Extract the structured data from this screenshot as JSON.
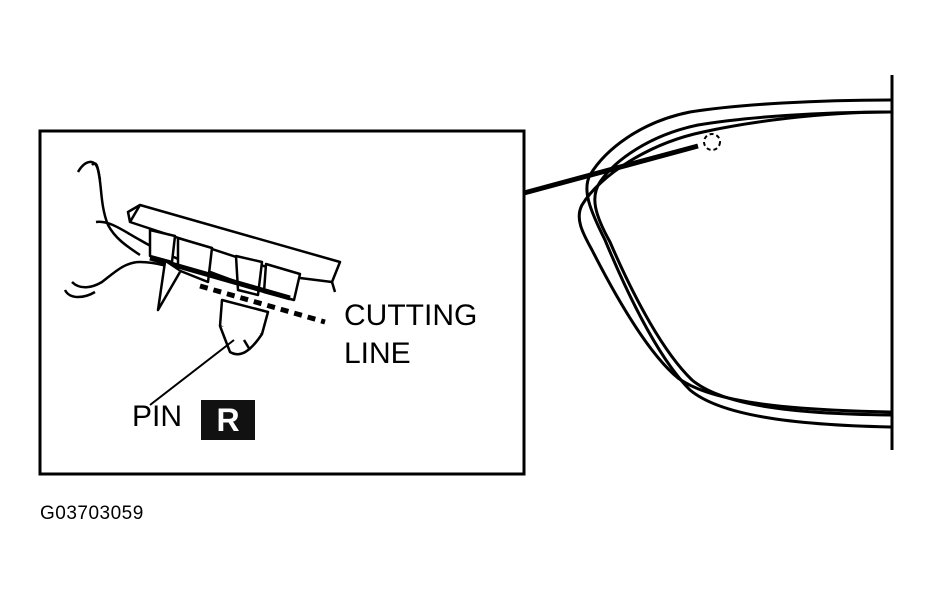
{
  "figure": {
    "labels": {
      "cutting_line_1": "CUTTING",
      "cutting_line_2": "LINE",
      "pin": "PIN",
      "badge": "R"
    },
    "code": "G03703059"
  },
  "colors": {
    "ink": "#000000",
    "paper": "#ffffff",
    "badge_bg": "#111111",
    "badge_text": "#ffffff"
  }
}
